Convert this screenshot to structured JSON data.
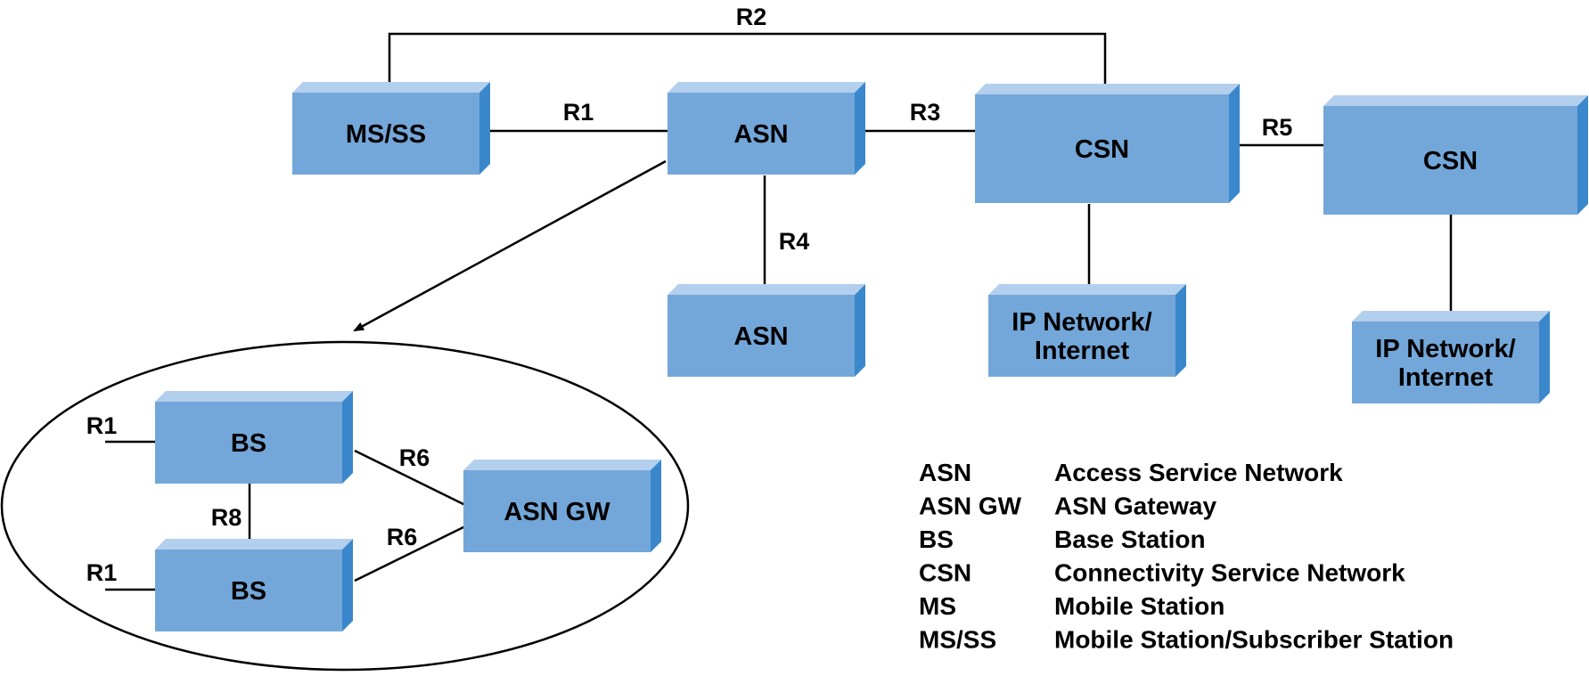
{
  "nodes": {
    "ms_ss": "MS/SS",
    "asn_main": "ASN",
    "csn_main": "CSN",
    "csn_peer": "CSN",
    "asn_peer": "ASN",
    "ip_main": [
      "IP Network/",
      "Internet"
    ],
    "ip_peer": [
      "IP Network/",
      "Internet"
    ],
    "bs_top": "BS",
    "bs_bottom": "BS",
    "asn_gw": "ASN GW"
  },
  "links": {
    "r1": "R1",
    "r2": "R2",
    "r3": "R3",
    "r4": "R4",
    "r5": "R5",
    "r6_top": "R6",
    "r6_bottom": "R6",
    "r8": "R8",
    "r1_bs_top": "R1",
    "r1_bs_bottom": "R1"
  },
  "legend": [
    {
      "abbr": "ASN",
      "meaning": "Access Service Network"
    },
    {
      "abbr": "ASN GW",
      "meaning": "ASN Gateway"
    },
    {
      "abbr": "BS",
      "meaning": "Base Station"
    },
    {
      "abbr": "CSN",
      "meaning": "Connectivity Service Network"
    },
    {
      "abbr": "MS",
      "meaning": "Mobile Station"
    },
    {
      "abbr": "MS/SS",
      "meaning": "Mobile Station/Subscriber Station"
    }
  ],
  "colors": {
    "box_face": "#74a7d9",
    "box_top": "#b3cfee",
    "box_side": "#3a87cb",
    "line": "#000000"
  }
}
